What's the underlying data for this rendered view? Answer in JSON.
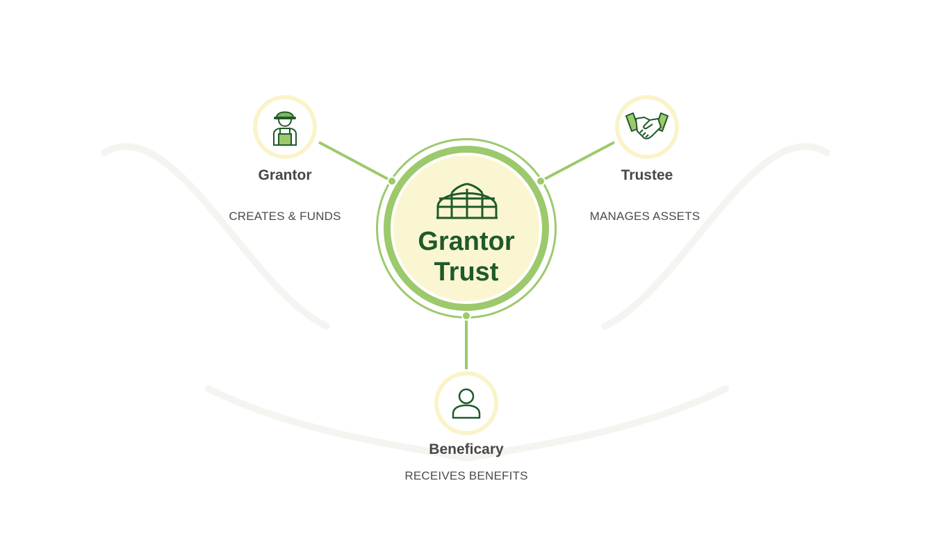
{
  "colors": {
    "accent_green": "#9cc96c",
    "dark_green": "#1f5a2a",
    "icon_green": "#2e6b35",
    "node_halo": "#fbf3c9",
    "center_fill": "#fbf6d2",
    "text_gray": "#474747"
  },
  "center": {
    "title_line1": "Grantor",
    "title_line2": "Trust",
    "icon": "greenhouse-dome-icon"
  },
  "nodes": {
    "grantor": {
      "title": "Grantor",
      "description": "CREATES & FUNDS",
      "icon": "farmer-icon"
    },
    "trustee": {
      "title": "Trustee",
      "description": "MANAGES ASSETS",
      "icon": "handshake-icon"
    },
    "beneficiary": {
      "title": "Beneficary",
      "description": "RECEIVES BENEFITS",
      "icon": "person-icon"
    }
  }
}
